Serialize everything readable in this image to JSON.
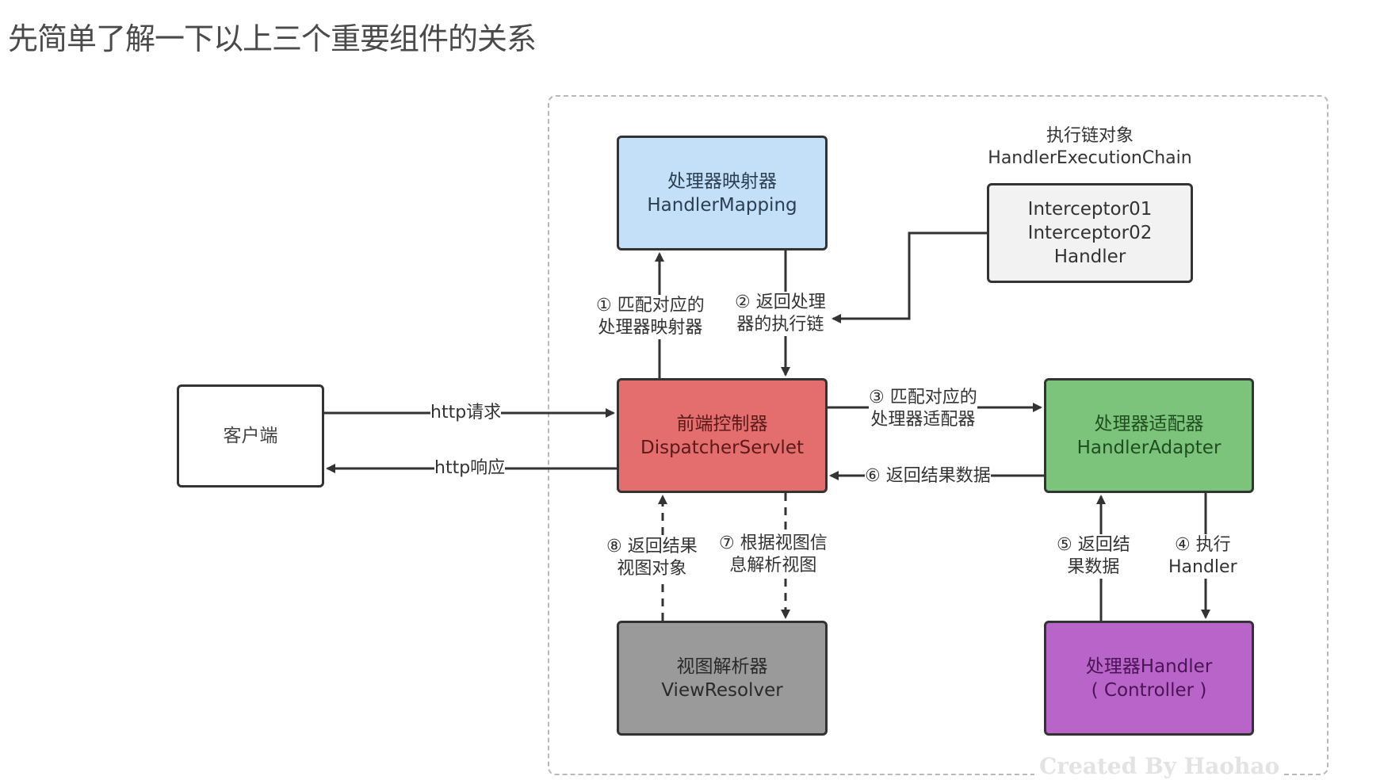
{
  "page": {
    "title": "先简单了解一下以上三个重要组件的关系"
  },
  "diagram": {
    "watermark": "Created By Haohao",
    "colors": {
      "handler_mapping": "#c3e0f8",
      "execution_chain": "#f2f2f2",
      "client": "#ffffff",
      "dispatcher_servlet": "#e46e6e",
      "handler_adapter": "#7cc47b",
      "view_resolver": "#9a9a9a",
      "handler": "#b864c8",
      "line": "#333333"
    },
    "nodes": {
      "client": {
        "line1": "客户端"
      },
      "handler_mapping": {
        "line1": "处理器映射器",
        "line2": "HandlerMapping"
      },
      "execution_chain": {
        "caption1": "执行链对象",
        "caption2": "HandlerExecutionChain",
        "line1": "Interceptor01",
        "line2": "Interceptor02",
        "line3": "Handler"
      },
      "dispatcher_servlet": {
        "line1": "前端控制器",
        "line2": "DispatcherServlet"
      },
      "handler_adapter": {
        "line1": "处理器适配器",
        "line2": "HandlerAdapter"
      },
      "view_resolver": {
        "line1": "视图解析器",
        "line2": "ViewResolver"
      },
      "handler": {
        "line1": "处理器Handler",
        "line2": "( Controller )"
      }
    },
    "edges": {
      "http_request": "http请求",
      "http_response": "http响应",
      "step1": {
        "line1": "① 匹配对应的",
        "line2": "处理器映射器"
      },
      "step2": {
        "line1": "② 返回处理",
        "line2": "器的执行链"
      },
      "step3": {
        "line1": "③ 匹配对应的",
        "line2": "处理器适配器"
      },
      "step4": {
        "line1": "④ 执行",
        "line2": "Handler"
      },
      "step5": {
        "line1": "⑤ 返回结",
        "line2": "果数据"
      },
      "step6": "⑥ 返回结果数据",
      "step7": {
        "line1": "⑦ 根据视图信",
        "line2": "息解析视图"
      },
      "step8": {
        "line1": "⑧ 返回结果",
        "line2": "视图对象"
      }
    }
  }
}
